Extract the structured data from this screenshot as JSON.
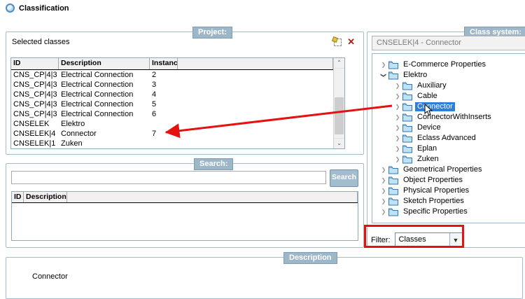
{
  "window": {
    "title": "Classification"
  },
  "project": {
    "badge": "Project:",
    "panel_title": "Selected classes",
    "columns": [
      "ID",
      "Description",
      "Instance"
    ],
    "rows": [
      [
        "CNS_CP|4|3",
        "Electrical Connection",
        "2"
      ],
      [
        "CNS_CP|4|3",
        "Electrical Connection",
        "3"
      ],
      [
        "CNS_CP|4|3",
        "Electrical Connection",
        "4"
      ],
      [
        "CNS_CP|4|3",
        "Electrical Connection",
        "5"
      ],
      [
        "CNS_CP|4|3",
        "Electrical Connection",
        "6"
      ],
      [
        "CNSELEK",
        "Elektro",
        ""
      ],
      [
        "CNSELEK|4",
        "Connector",
        "7"
      ],
      [
        "CNSELEK|1",
        "Zuken",
        ""
      ]
    ]
  },
  "search": {
    "badge": "Search:",
    "input_value": "",
    "input_placeholder": "",
    "button_label": "Search",
    "columns": [
      "ID",
      "Description"
    ]
  },
  "class_system": {
    "badge": "Class system:",
    "selected_class": "CNSELEK|4 - Connector",
    "tree": [
      {
        "label": "E-Commerce Properties",
        "level": 1,
        "expanded": false,
        "selected": false
      },
      {
        "label": "Elektro",
        "level": 1,
        "expanded": true,
        "selected": false
      },
      {
        "label": "Auxiliary",
        "level": 2,
        "expanded": false,
        "selected": false
      },
      {
        "label": "Cable",
        "level": 2,
        "expanded": false,
        "selected": false
      },
      {
        "label": "Connector",
        "level": 2,
        "expanded": false,
        "selected": true
      },
      {
        "label": "ConnectorWithInserts",
        "level": 2,
        "expanded": false,
        "selected": false
      },
      {
        "label": "Device",
        "level": 2,
        "expanded": false,
        "selected": false
      },
      {
        "label": "Eclass Advanced",
        "level": 2,
        "expanded": false,
        "selected": false
      },
      {
        "label": "Eplan",
        "level": 2,
        "expanded": false,
        "selected": false
      },
      {
        "label": "Zuken",
        "level": 2,
        "expanded": false,
        "selected": false
      },
      {
        "label": "Geometrical Properties",
        "level": 1,
        "expanded": false,
        "selected": false
      },
      {
        "label": "Object Properties",
        "level": 1,
        "expanded": false,
        "selected": false
      },
      {
        "label": "Physical Properties",
        "level": 1,
        "expanded": false,
        "selected": false
      },
      {
        "label": "Sketch Properties",
        "level": 1,
        "expanded": false,
        "selected": false
      },
      {
        "label": "Specific Properties",
        "level": 1,
        "expanded": false,
        "selected": false
      }
    ],
    "filter_label": "Filter:",
    "filter_value": "Classes"
  },
  "description": {
    "badge": "Description",
    "text": "Connector"
  },
  "colors": {
    "badge_bg": "#9db6c8",
    "selection_blue": "#2e7fd9",
    "annotation_red": "#e51212",
    "group_border": "#a3bdd0"
  }
}
